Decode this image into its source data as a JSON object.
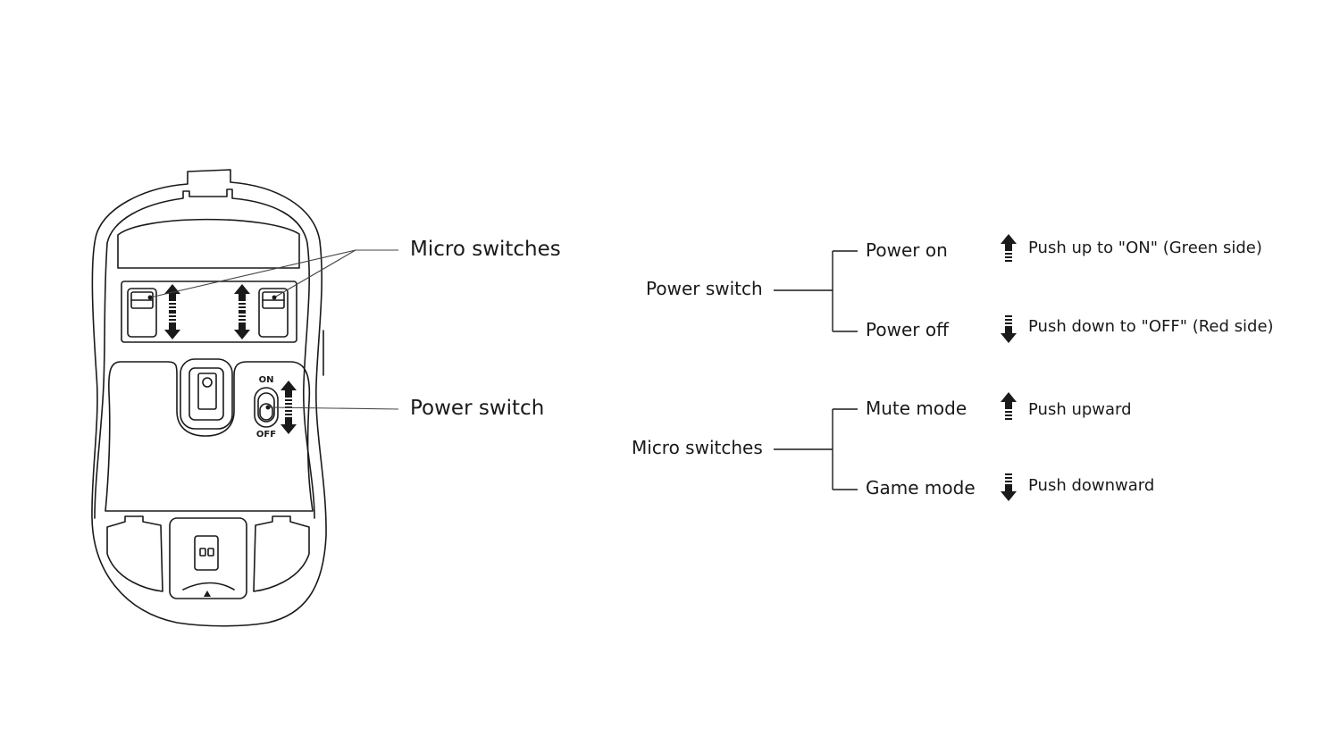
{
  "mouse": {
    "callout_micro": "Micro switches",
    "callout_power": "Power switch",
    "switch_on": "ON",
    "switch_off": "OFF"
  },
  "legend": {
    "power": {
      "label": "Power switch",
      "on": {
        "label": "Power on",
        "desc": "Push up to \"ON\" (Green side)",
        "icon": "arrow-up-icon"
      },
      "off": {
        "label": "Power off",
        "desc": "Push down to \"OFF\" (Red side)",
        "icon": "arrow-down-icon"
      }
    },
    "micro": {
      "label": "Micro switches",
      "mute": {
        "label": "Mute mode",
        "desc": "Push upward",
        "icon": "arrow-up-icon"
      },
      "game": {
        "label": "Game mode",
        "desc": "Push downward",
        "icon": "arrow-down-icon"
      }
    }
  },
  "colors": {
    "line": "#1a1a1a",
    "background": "#ffffff"
  }
}
